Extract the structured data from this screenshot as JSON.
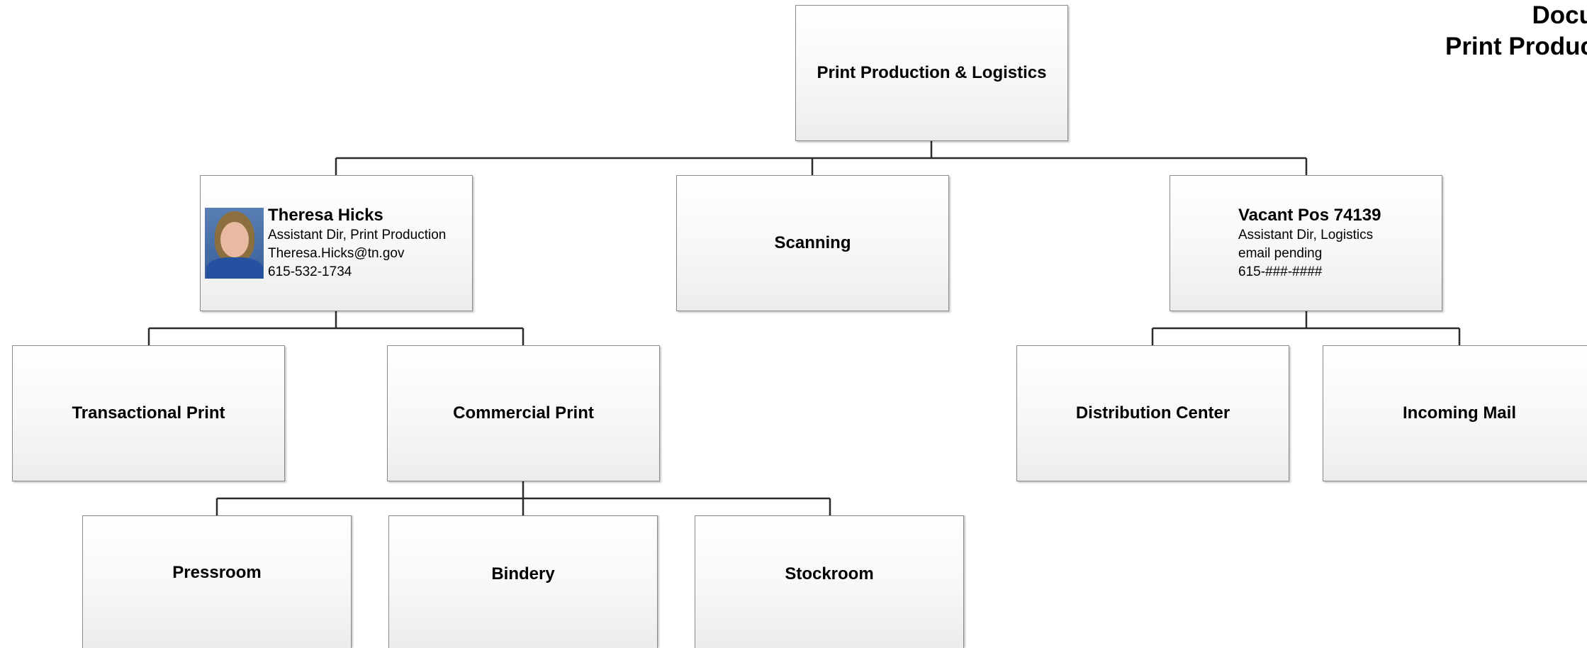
{
  "document_title": {
    "line1": "Docu",
    "line2": "Print Produc"
  },
  "nodes": {
    "root": {
      "label": "Print Production & Logistics"
    },
    "theresa": {
      "name": "Theresa Hicks",
      "title": "Assistant Dir, Print Production",
      "email": "Theresa.Hicks@tn.gov",
      "phone": "615-532-1734"
    },
    "scanning": {
      "label": "Scanning"
    },
    "vacant": {
      "name": "Vacant Pos 74139",
      "title": "Assistant Dir, Logistics",
      "email": "email pending",
      "phone": "615-###-####"
    },
    "transactional": {
      "label": "Transactional Print"
    },
    "commercial": {
      "label": "Commercial Print"
    },
    "distribution": {
      "label": "Distribution Center"
    },
    "incoming": {
      "label": "Incoming Mail"
    },
    "pressroom": {
      "label": "Pressroom"
    },
    "bindery": {
      "label": "Bindery"
    },
    "stockroom": {
      "label": "Stockroom"
    }
  },
  "colors": {
    "box_border": "#8a8a8a",
    "connector": "#2b2b2b",
    "photo_background": "#3a5f9a"
  }
}
